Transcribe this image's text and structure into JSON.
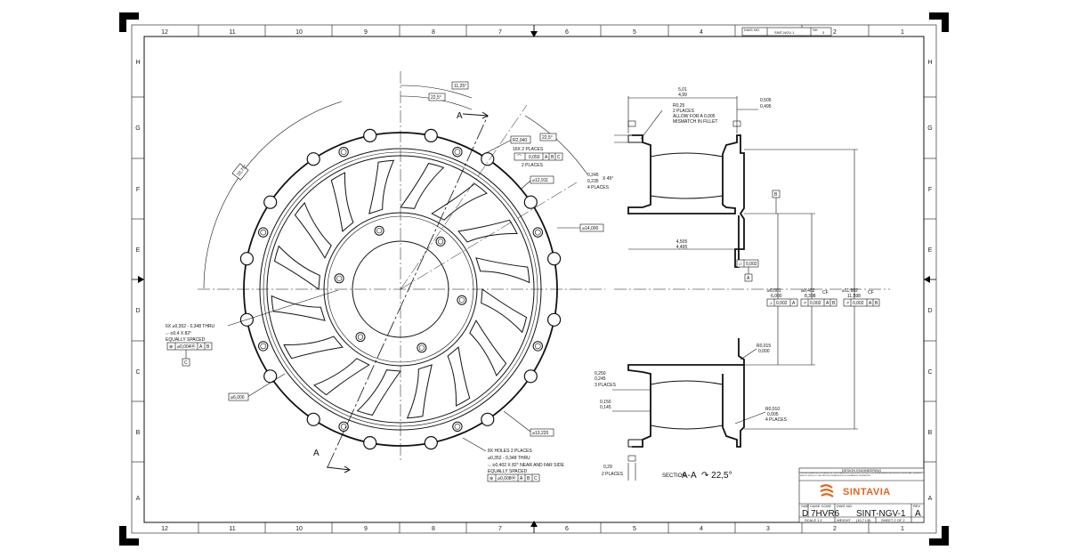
{
  "border": {
    "columns": [
      "12",
      "11",
      "10",
      "9",
      "8",
      "7",
      "6",
      "5",
      "4",
      "3",
      "2",
      "1"
    ],
    "rows": [
      "H",
      "G",
      "F",
      "E",
      "D",
      "C",
      "B",
      "A"
    ]
  },
  "top_tab": {
    "dwg_label": "DWG NO.",
    "dwg_value": "SINT-NGV-1",
    "sh_label": "SH",
    "sh_value": "3"
  },
  "plan_view": {
    "angle_11_25": "11,25°",
    "angle_22_5": "22,5°",
    "angle_22_5b": "22,5°",
    "angle_33_75": "33,75°",
    "section_A_top": "A",
    "section_A_bottom": "A",
    "r2_dim": "R2,040",
    "r2_places": "16X 2 PLACES",
    "profile_fcf": [
      "⌒",
      "0,050",
      "A",
      "B",
      "C"
    ],
    "profile_places": "2 PLACES",
    "d12": "⌀12,911",
    "d14": "⌀14,000",
    "d13": "⌀13,220",
    "d6": "⌀6,000",
    "holes6_l1": "6X  ⌀0,352 - 0,348  THRU",
    "holes6_l2": "⌵ ⌀0,4 X 82°",
    "holes6_l3": "EQUALLY SPACED",
    "holes6_fcf": [
      "⊕",
      "⌀0,004Ⓜ",
      "A",
      "B"
    ],
    "holes6_datum": "C",
    "holes8_l1": "8X HOLES 2 PLACES",
    "holes8_l2": "⌀0,352 - 0,348  THRU",
    "holes8_l3": "⌵ ⌀0,402 X 82° NEAR AND FAR SIDE",
    "holes8_l4": "EQUALLY SPACED",
    "holes8_fcf": [
      "⊕",
      "⌀0,008Ⓜ",
      "A",
      "B",
      "C"
    ]
  },
  "section_view": {
    "w_top": "5,01",
    "w_top2": "4,99",
    "r0_25_l1": "R0,25",
    "r0_25_l2": "2 PLACES",
    "r0_25_l3": "ALLOW FOR A 0,005",
    "r0_25_l4": "MISMATCH IN FILLET",
    "t_top1": "0,505",
    "t_top2": "0,495",
    "ch1": "0,245",
    "ch2": "0,235",
    "ch_x": "X  45°",
    "ch3": "4 PLACES",
    "len1": "4,505",
    "len2": "4,495",
    "datum_b": "B",
    "flat_fcf": [
      "⏥",
      "0,002"
    ],
    "datum_a": "A",
    "d6_001": "⌀6,001",
    "d6_000": "6,000",
    "d6_fcf": [
      "⊥",
      "0,002",
      "A"
    ],
    "d8_402": "⌀8,402",
    "d8_398": "8,398",
    "cf1": "CF",
    "d8_fcf": [
      "↗",
      "0,002",
      "A",
      "B"
    ],
    "d11_602": "⌀11,602",
    "d11_598": "11,598",
    "cf2": "CF",
    "d11_fcf": [
      "↗",
      "0,002",
      "A",
      "B"
    ],
    "r0_015": "R0,015",
    "r0_000": "0,000",
    "w250_1": "0,250",
    "w250_2": "0,245",
    "w250_3": "3 PLACES",
    "w150_1": "0,150",
    "w150_2": "0,145",
    "r0_010": "R0,010",
    "r0_005": "0,005",
    "r4places": "4 PLACES",
    "b29": "0,29",
    "b_places": "2 PLACES",
    "section_label": "SECTION",
    "section_id": "A-A",
    "section_angle": "↷ 22,5°"
  },
  "title_block": {
    "header": "DESIGN ENGINEERING",
    "fine_print": "THE INFORMATION CONTAINED IN THIS DRAWING IS THE SOLE PROPERTY OF SINTAVIA. ANY REPRODUCTION IN PART OR AS A WHOLE WITHOUT THE WRITTEN PERMISSION OF SINTAVIA IS PROHIBITED.",
    "brand": "SINTAVIA",
    "size_label": "SIZE",
    "size_value": "D",
    "cage_label": "CAGE CODE",
    "cage_value": "7HVR6",
    "dwg_label": "DWG NO.",
    "dwg_value": "SINT-NGV-1",
    "rev_label": "REV",
    "rev_value": "A",
    "scale": "SCALE 1:1",
    "weight_label": "WEIGHT",
    "weight_value": "(10,7 LB)",
    "sheet": "SHEET 2 OF 2"
  }
}
